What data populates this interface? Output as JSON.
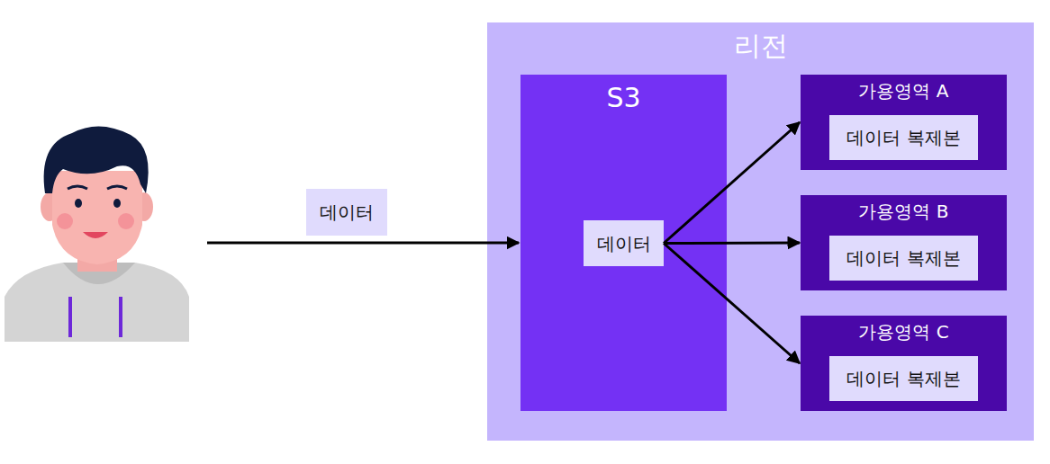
{
  "diagram": {
    "nodes": [
      {
        "text": [
          "데이터"
        ]
      },
      {
        "text": [
          "리전"
        ]
      },
      {
        "text": [
          "S3"
        ],
        "in": 1
      },
      {
        "text": [
          "데이터"
        ],
        "in": 2
      },
      {
        "text": [
          "가용영역 A"
        ],
        "in": 1
      },
      {
        "text": [
          "데이터 복제본"
        ],
        "in": 4
      },
      {
        "text": [
          "가용영역 B"
        ],
        "in": 1
      },
      {
        "text": [
          "데이터 복제본"
        ],
        "in": 6
      },
      {
        "text": [
          "가용영역 C"
        ],
        "in": 1
      },
      {
        "text": [
          "데이터 복제본"
        ],
        "in": 8
      }
    ],
    "edges": [
      {
        "from": 3,
        "to": 4,
        "arrow": "to"
      },
      {
        "from": 3,
        "to": 6,
        "arrow": "to"
      },
      {
        "from": 3,
        "to": 8,
        "arrow": "to"
      }
    ]
  }
}
